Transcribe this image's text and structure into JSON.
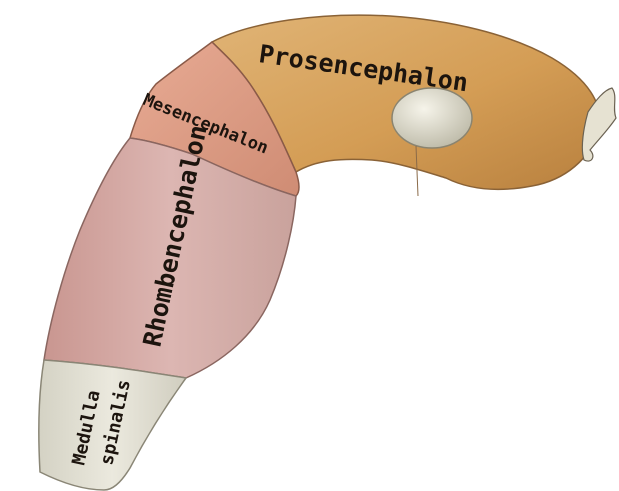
{
  "diagram": {
    "regions": [
      {
        "id": "prosencephalon",
        "label": "Prosencephalon",
        "color": "#d8a85e"
      },
      {
        "id": "mesencephalon",
        "label": "Mesencephalon",
        "color": "#e0a08a"
      },
      {
        "id": "rhombencephalon",
        "label": "Rhombencephalon",
        "color": "#d8b0ac"
      },
      {
        "id": "medulla-spinalis",
        "label": "Medulla spinalis",
        "color": "#e2e0d4"
      }
    ],
    "eye_color": "#e8e6d8",
    "outline_color": "#7a5a38"
  }
}
